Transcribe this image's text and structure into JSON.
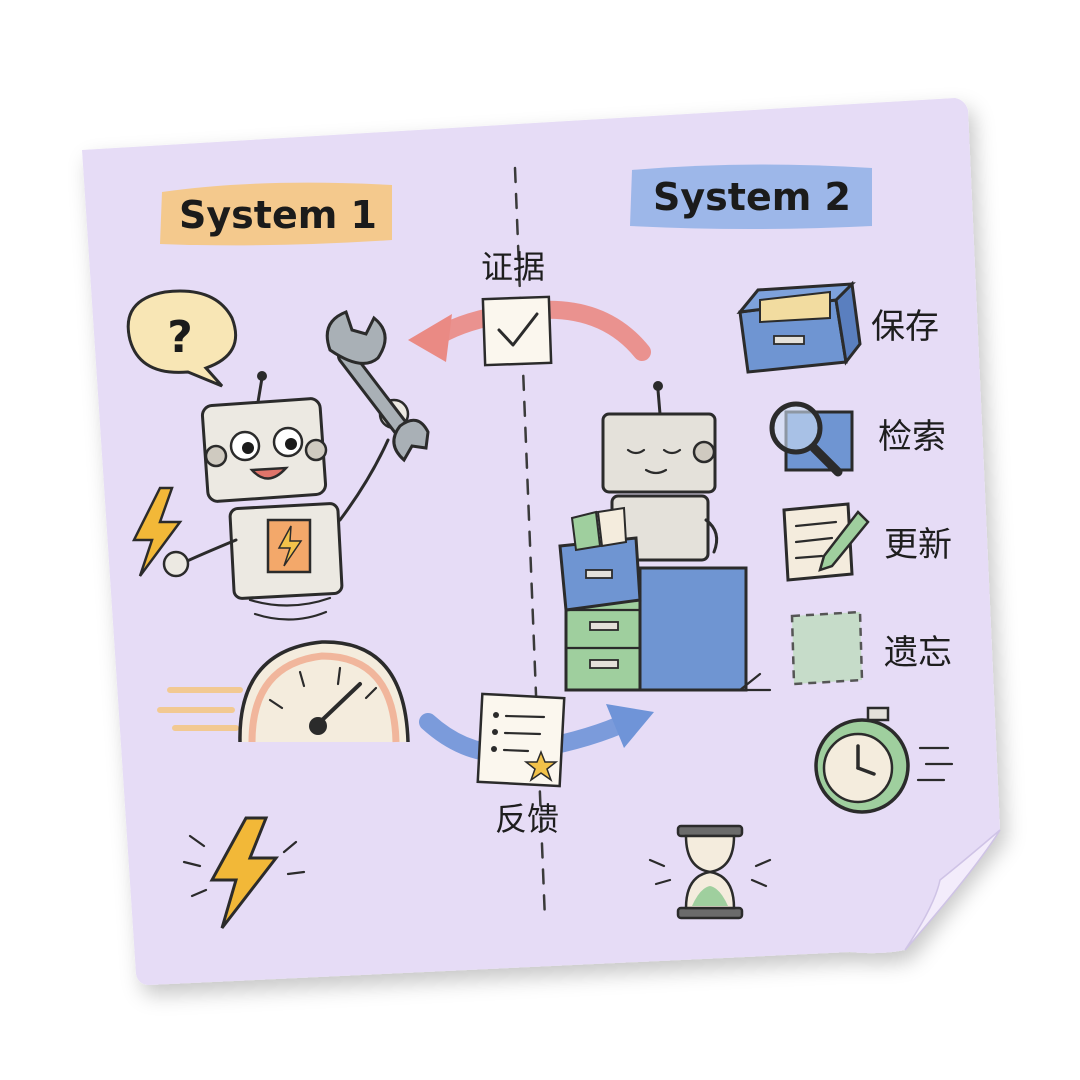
{
  "titles": {
    "system1": "System 1",
    "system2": "System 2"
  },
  "flow": {
    "evidence": "证据",
    "feedback": "反馈"
  },
  "memory_ops": [
    {
      "label": "保存",
      "icon": "file-box-icon"
    },
    {
      "label": "检索",
      "icon": "magnifier-icon"
    },
    {
      "label": "更新",
      "icon": "notepad-pencil-icon"
    },
    {
      "label": "遗忘",
      "icon": "dashed-note-icon"
    }
  ],
  "colors": {
    "note": "#e6dcf6",
    "system1_highlight": "#f6c57a",
    "system2_highlight": "#8fb0e6",
    "evidence_arrow": "#ea8a84",
    "feedback_arrow": "#6f94d8",
    "bolt": "#f2b838",
    "cabinet_blue": "#6f95d2",
    "cabinet_green": "#9fcf9e"
  }
}
